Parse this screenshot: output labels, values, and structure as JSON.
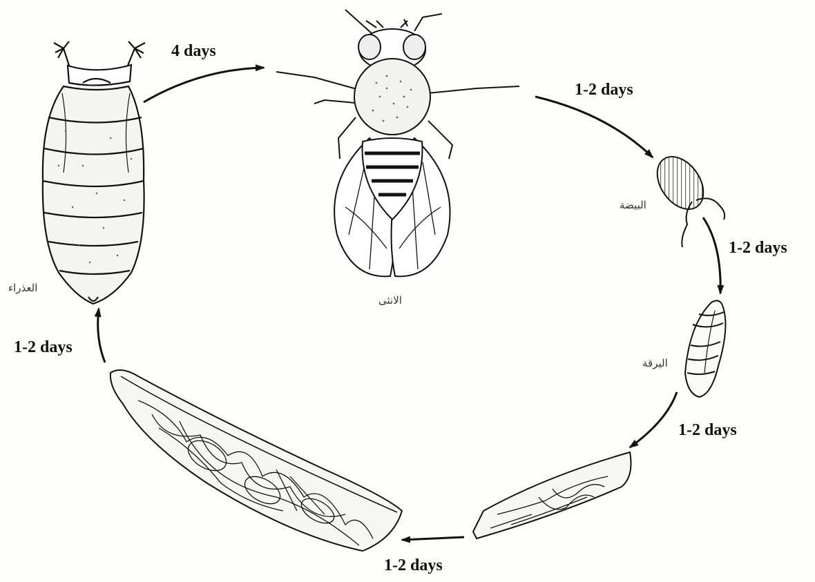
{
  "stages": {
    "adult": "الانثى",
    "egg": "البيضة",
    "larva": "اليرقة",
    "pupa": "العذراء"
  },
  "durations": {
    "pupa_to_adult": "4 days",
    "adult_to_egg": "1-2 days",
    "egg_to_larva": "1-2 days",
    "larva_to_instar2": "1-2 days",
    "instar2_to_instar3": "1-2 days",
    "instar3_to_pupa": "1-2 days"
  },
  "colors": {
    "ink": "#111111",
    "paper": "#fdfdfb"
  }
}
